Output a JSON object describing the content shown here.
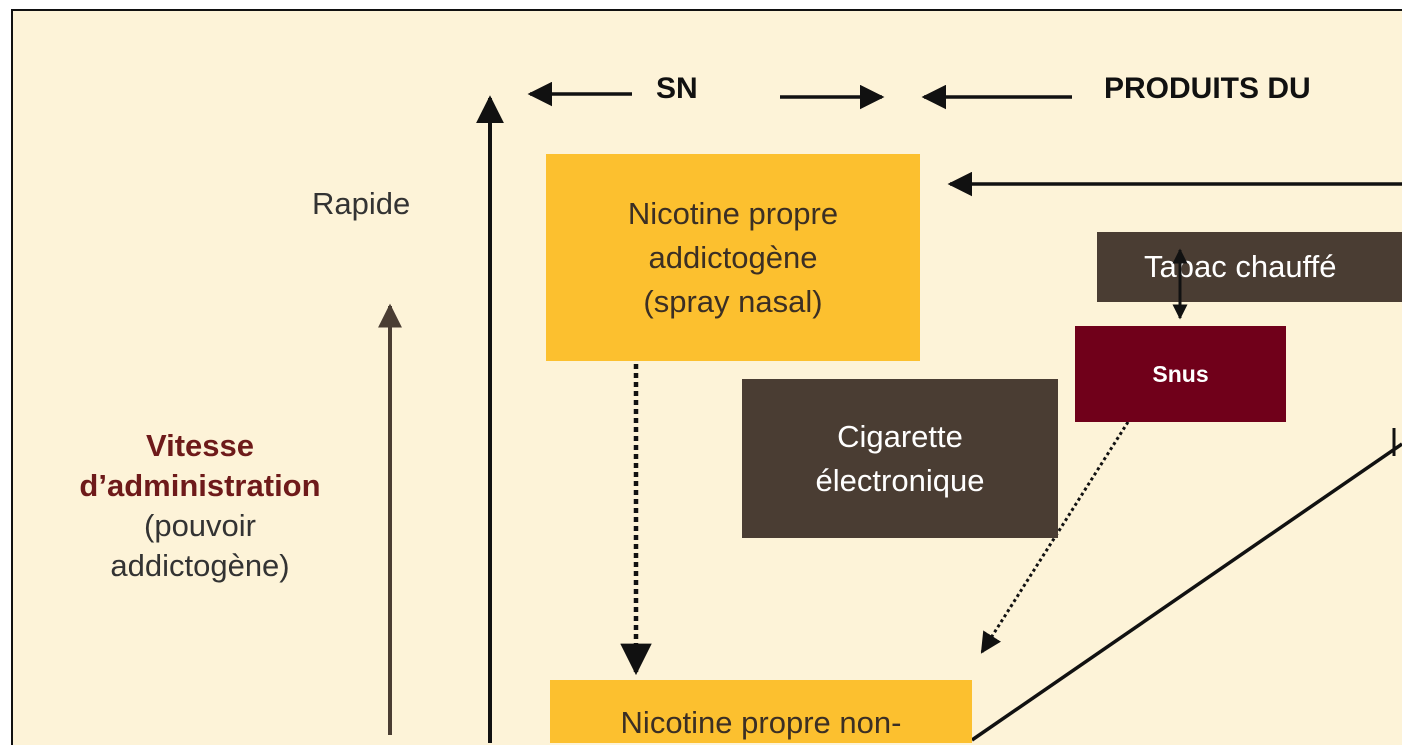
{
  "header": {
    "sn": "SN",
    "produits": "PRODUITS DU"
  },
  "axis": {
    "rapide": "Rapide",
    "title_line1": "Vitesse",
    "title_line2": "d’administration",
    "title_line3": "(pouvoir",
    "title_line4": "addictogène)"
  },
  "nodes": {
    "spray_nasal": {
      "line1": "Nicotine propre",
      "line2": "addictogène",
      "line3": "(spray nasal)"
    },
    "tabac_chauffe": {
      "label": "Tabac chauffé"
    },
    "snus": {
      "label": "Snus"
    },
    "cigarette": {
      "line1": "Cigarette",
      "line2": "électronique"
    },
    "non_addictogene": {
      "label": "Nicotine propre non-"
    }
  },
  "colors": {
    "background": "#fdf3d8",
    "yellow_box": "#fcc02f",
    "brown_box": "#4a3d33",
    "maroon_box": "#70001a",
    "axis_title": "#6e1a1a"
  }
}
